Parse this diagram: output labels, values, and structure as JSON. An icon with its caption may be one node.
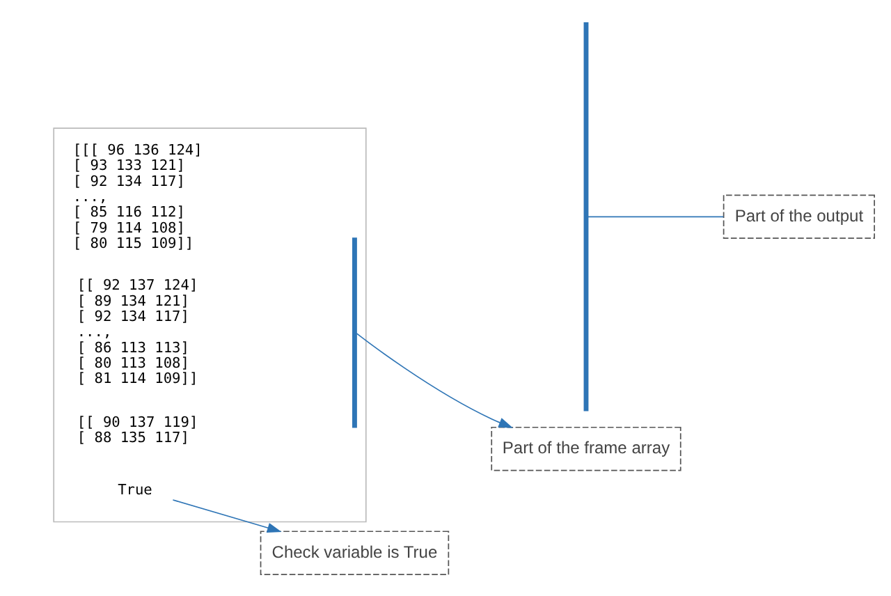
{
  "diagram": {
    "nodes": [
      {
        "text": [],
        "shape": "box"
      },
      {
        "text": [
          "True"
        ],
        "in": 0
      },
      {
        "text": [
          "[[[ 96 136 124] [ 93 133 121] [ 92 134 117] ..., [ 85 116 112] [ 79 114 108] [ 80 115 109]]"
        ],
        "in": 0
      },
      {
        "text": [
          "[[ 92 137 124] [ 89 134 121] [ 92 134 117] ..., [ 86 113 113] [ 80 113 108] [ 81 114 109]]"
        ],
        "in": 0
      },
      {
        "text": [
          "[[ 90 137 119] [ 88 135 117]"
        ],
        "in": 0
      },
      {
        "text": [],
        "shape": "brace",
        "in": 0
      },
      {
        "text": [],
        "shape": "bracket"
      },
      {
        "text": [
          "Check variable is True"
        ]
      },
      {
        "text": [
          "Part of the frame array"
        ]
      },
      {
        "text": [
          "Part of the output"
        ]
      }
    ],
    "edges": [
      {
        "from": 1,
        "to": 7,
        "arrow": "to"
      },
      {
        "from": 5,
        "to": 8,
        "arrow": "to"
      },
      {
        "from": 6,
        "to": 9,
        "arrow": "none"
      }
    ]
  }
}
